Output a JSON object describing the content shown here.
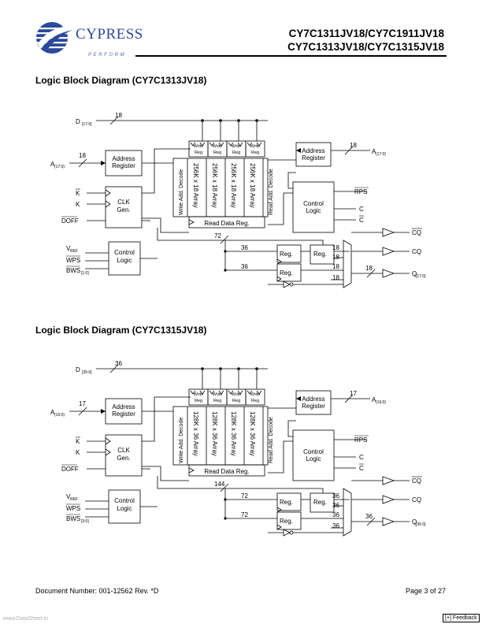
{
  "header": {
    "brand": "CYPRESS",
    "tagline": "PERFORM",
    "title_line1": "CY7C1311JV18/CY7C1911JV18",
    "title_line2": "CY7C1313JV18/CY7C1315JV18"
  },
  "diagrams": [
    {
      "title": "Logic Block Diagram (CY7C1313JV18)",
      "d_label": "D",
      "d_sub": "[17:0]",
      "d_width": "18",
      "a_label": "A",
      "a_sub": "(17:0)",
      "a_width": "18",
      "a2_label": "A",
      "a2_sub": "(17:0)",
      "a2_width": "18",
      "address_register": [
        "Address",
        "Register"
      ],
      "write_reg": [
        "Write",
        "Reg"
      ],
      "arrays": [
        "256K x 18 Array",
        "256K x 18 Array",
        "256K x 18 Array",
        "256K x 18 Array"
      ],
      "write_add_decode": "Write Add. Decode",
      "read_add_decode": "Read Add. Decode",
      "read_data_reg": "Read Data Reg.",
      "clk_gen": [
        "CLK",
        "Gen."
      ],
      "control_logic": [
        "Control",
        "Logic"
      ],
      "inputs_left": [
        "K",
        "K",
        "DOFF"
      ],
      "inputs_bottom": [
        "V",
        "WPS",
        "BWS"
      ],
      "vref_sub": "REF",
      "bws_sub": "[1:0]",
      "rps": "RPS",
      "c": "C",
      "cbar": "C",
      "reg": "Reg.",
      "bus_read": "72",
      "bus_half": "36",
      "bus_half2": "36",
      "bus_out": [
        "18",
        "18",
        "18",
        "18"
      ],
      "out_width": "18",
      "outputs": [
        "CQ",
        "CQ",
        "Q"
      ],
      "q_sub": "[17:0]"
    },
    {
      "title": "Logic Block Diagram (CY7C1315JV18)",
      "d_label": "D",
      "d_sub": "[35:0]",
      "d_width": "36",
      "a_label": "A",
      "a_sub": "(16:0)",
      "a_width": "17",
      "a2_label": "A",
      "a2_sub": "(16:0)",
      "a2_width": "17",
      "address_register": [
        "Address",
        "Register"
      ],
      "write_reg": [
        "Write",
        "Reg"
      ],
      "arrays": [
        "128K x 36 Array",
        "128K x 36 Array",
        "128K x 36 Array",
        "128K x 36 Array"
      ],
      "write_add_decode": "Write Add. Decode",
      "read_add_decode": "Read Add. Decode",
      "read_data_reg": "Read Data Reg.",
      "clk_gen": [
        "CLK",
        "Gen."
      ],
      "control_logic": [
        "Control",
        "Logic"
      ],
      "inputs_left": [
        "K",
        "K",
        "DOFF"
      ],
      "inputs_bottom": [
        "V",
        "WPS",
        "BWS"
      ],
      "vref_sub": "REF",
      "bws_sub": "[3:0]",
      "rps": "RPS",
      "c": "C",
      "cbar": "C",
      "reg": "Reg.",
      "bus_read": "144",
      "bus_half": "72",
      "bus_half2": "72",
      "bus_out": [
        "36",
        "36",
        "36",
        "36"
      ],
      "out_width": "36",
      "outputs": [
        "CQ",
        "CQ",
        "Q"
      ],
      "q_sub": "[35:0]"
    }
  ],
  "footer": {
    "doc_number": "Document Number: 001-12562 Rev. *D",
    "page": "Page 3 of 27",
    "watermark": "www.DataSheet.in",
    "feedback": "[+] Feedback"
  }
}
